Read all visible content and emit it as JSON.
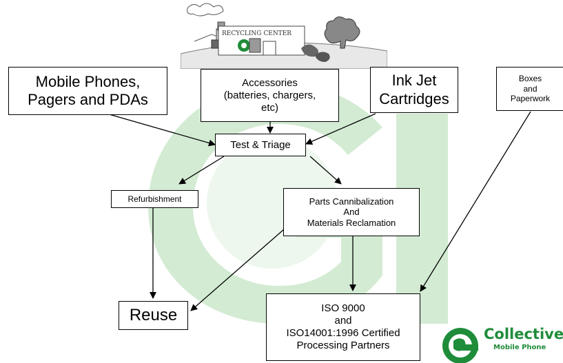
{
  "header_sign": "RECYCLING CENTER",
  "nodes": {
    "mobile_phones": "Mobile Phones,\nPagers and PDAs",
    "accessories": "Accessories\n(batteries, chargers,\netc)",
    "ink_jet": "Ink Jet\nCartridges",
    "boxes": "Boxes\nand\nPaperwork",
    "test_triage": "Test & Triage",
    "refurbishment": "Refurbishment",
    "parts": "Parts Cannibalization\nAnd\nMaterials Reclamation",
    "reuse": "Reuse",
    "iso": "ISO 9000\nand\nISO14001:1996 Certified\nProcessing Partners"
  },
  "brand": {
    "name": "Collective",
    "sub": "Mobile Phone"
  },
  "colors": {
    "watermark": "#c9e8c9",
    "brand_green": "#1f8c3a"
  }
}
